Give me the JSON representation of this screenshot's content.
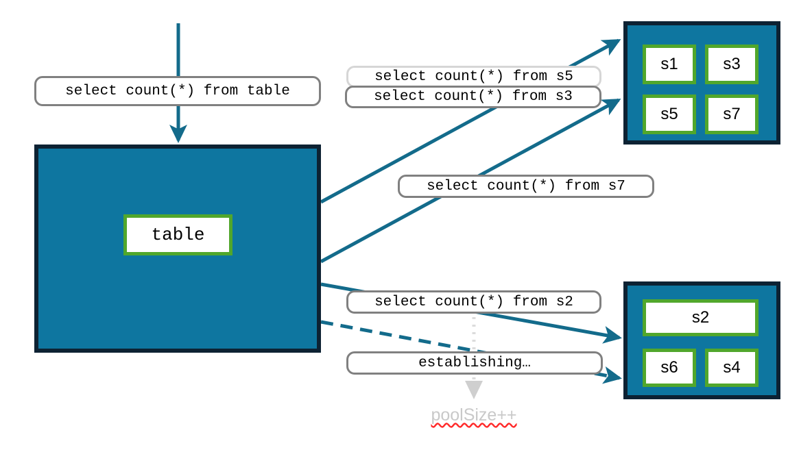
{
  "diagram": {
    "title": "connection pool session query routing",
    "colors": {
      "pool_fill": "#0E76A0",
      "pool_border": "#0D2233",
      "chip_border": "#51A72C",
      "chip_fill": "#ffffff",
      "arrow": "#136B8B",
      "label_border": "#808080",
      "label_border_faint": "#d6d6d6",
      "annotation_text": "#c9c9c9",
      "spellcheck_underline": "#ff2a2a",
      "dotted_guide": "#d9d9d9"
    }
  },
  "main_pool": {
    "table_chip": "table"
  },
  "top_pool": {
    "sessions": [
      "s1",
      "s3",
      "s5",
      "s7"
    ]
  },
  "bottom_pool": {
    "sessions": [
      "s2",
      "s6",
      "s4"
    ]
  },
  "labels": {
    "root_query": "select count(*) from table",
    "query_s5": "select count(*) from s5",
    "query_s3": "select count(*) from s3",
    "query_s7": "select count(*) from s7",
    "query_s2": "select count(*) from s2",
    "establishing": "establishing…",
    "pool_size": "poolSize++"
  }
}
